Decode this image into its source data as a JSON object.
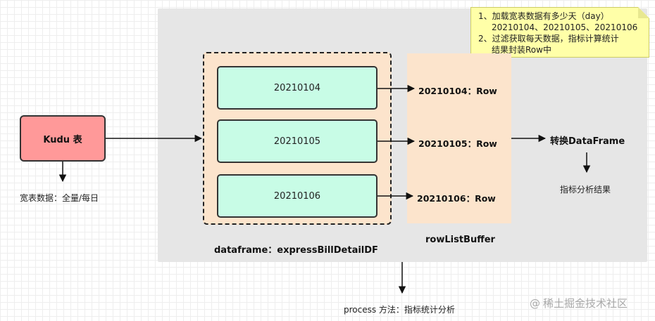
{
  "kudu": {
    "label": "Kudu 表",
    "sublabel": "宽表数据：全量/每日"
  },
  "dataframe": {
    "days": [
      "20210104",
      "20210105",
      "20210106"
    ],
    "caption": "dataframe：expressBillDetailDF"
  },
  "row_buffer": {
    "rows": [
      "20210104：Row",
      "20210105：Row",
      "20210106：Row"
    ],
    "caption": "rowListBuffer"
  },
  "convert": {
    "label": "转换DataFrame",
    "result": "指标分析结果"
  },
  "process": {
    "label": "process 方法：指标统计分析"
  },
  "note": {
    "lines": [
      "1、加载宽表数据有多少天（day）",
      "20210104、20210105、20210106",
      "2、过滤获取每天数据，指标计算统计",
      "结果封装Row中"
    ]
  },
  "watermark": {
    "text": "稀土掘金技术社区"
  }
}
